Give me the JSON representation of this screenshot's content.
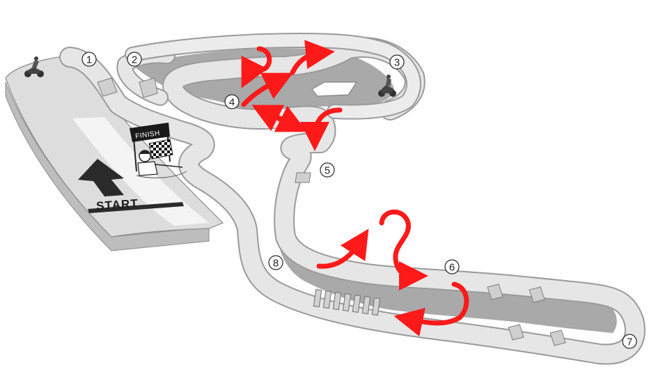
{
  "track": {
    "start_label": "START",
    "finish_label": "FINISH"
  },
  "corners": [
    {
      "number": "1"
    },
    {
      "number": "2"
    },
    {
      "number": "3"
    },
    {
      "number": "4"
    },
    {
      "number": "5"
    },
    {
      "number": "6"
    },
    {
      "number": "7"
    },
    {
      "number": "8"
    }
  ],
  "colors": {
    "track_surface": "#e6e6e6",
    "track_edge": "#9a9a9a",
    "infield": "#a9a9a9",
    "start_straight": "#d9d9d9",
    "arrow_annotation": "#ff1a1a"
  },
  "icons": [
    "motorcycle-rider-icon",
    "checkered-flag-icon",
    "flag-marshal-icon",
    "up-arrow-icon"
  ]
}
